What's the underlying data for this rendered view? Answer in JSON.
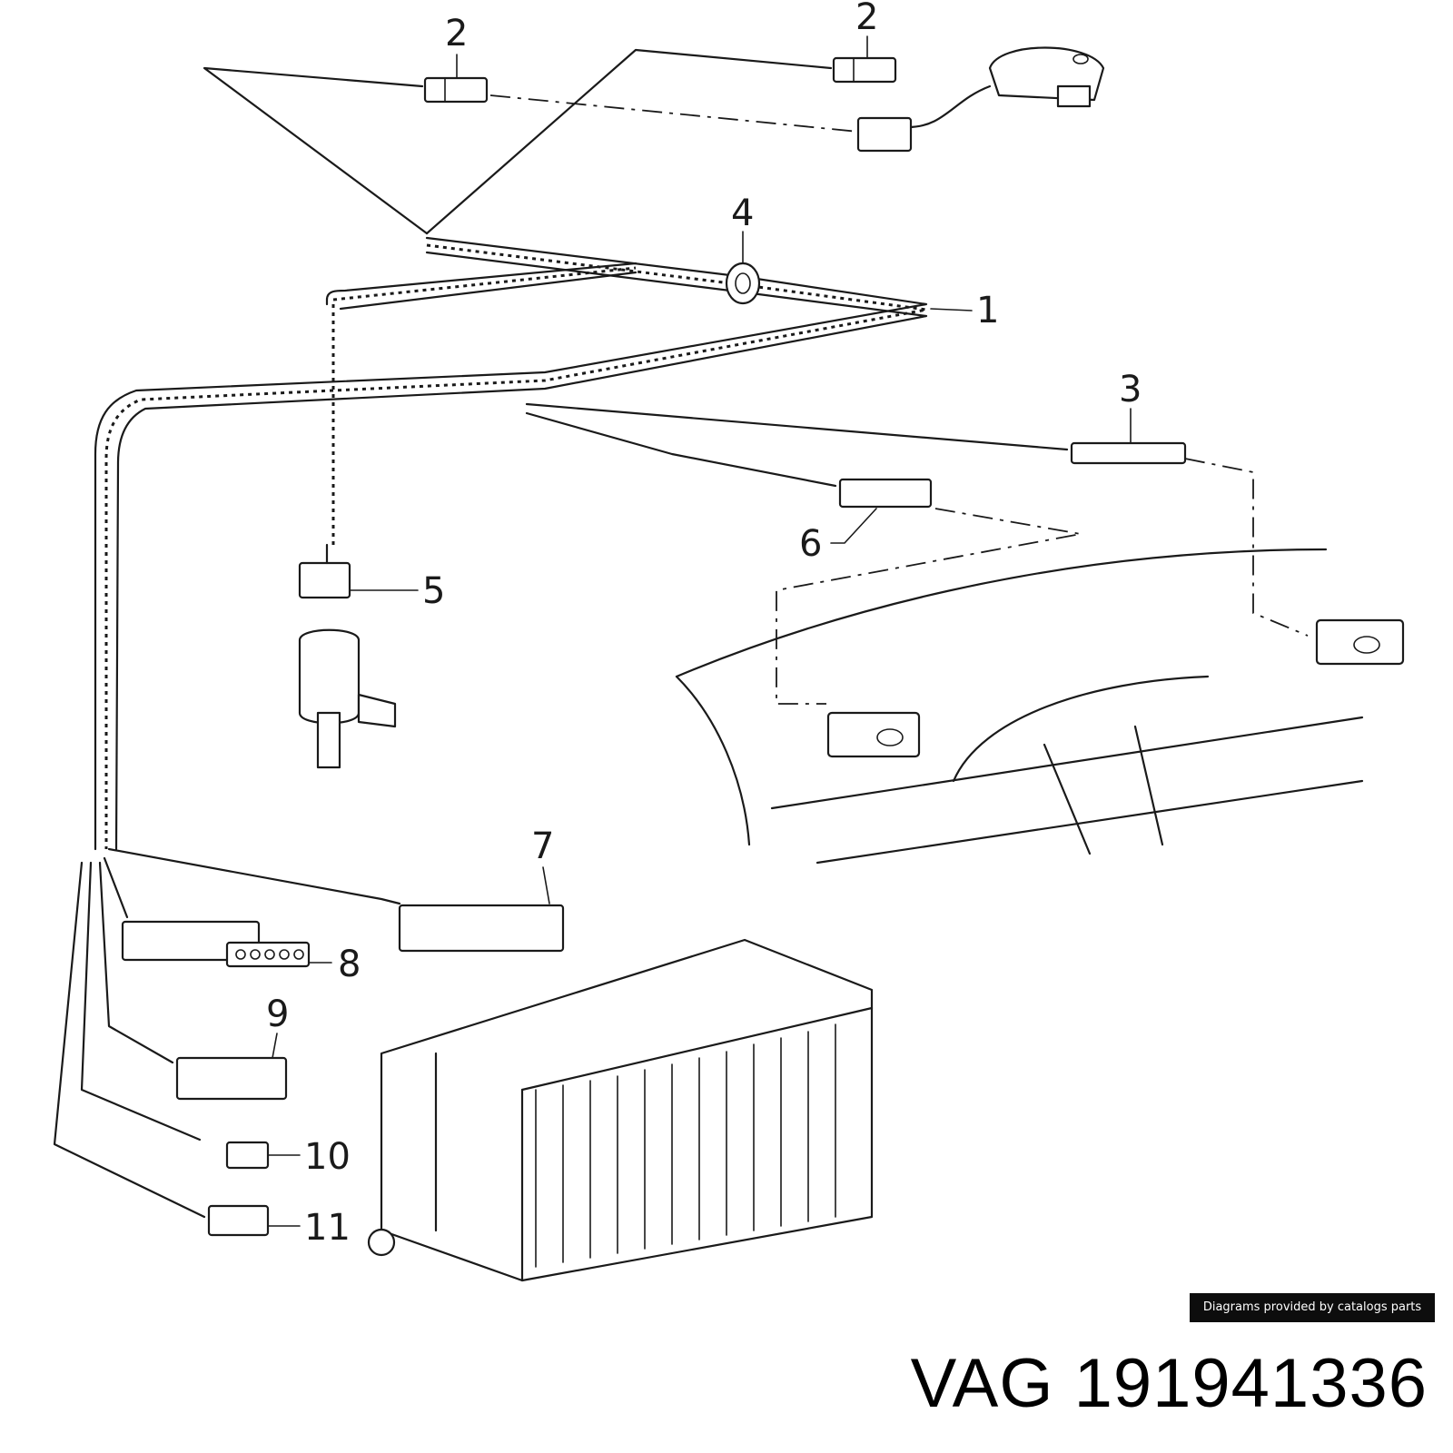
{
  "callouts": [
    "1",
    "2",
    "2",
    "3",
    "4",
    "5",
    "6",
    "7",
    "8",
    "9",
    "10",
    "11"
  ],
  "credit": "Diagrams provided by catalogs parts",
  "part_number": "VAG 191941336"
}
